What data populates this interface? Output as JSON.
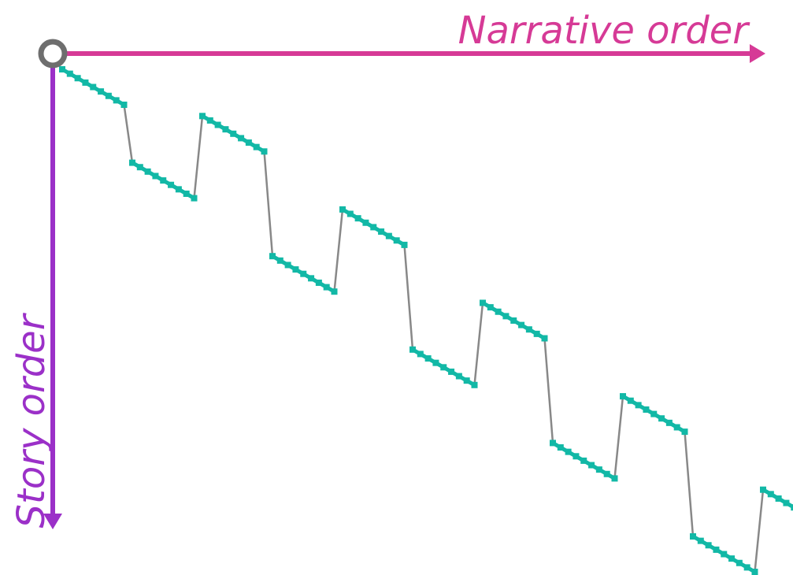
{
  "labels": {
    "narrative_axis": "Narrative order",
    "story_axis": "Story order"
  },
  "colors": {
    "narrative_axis": "#d63a96",
    "story_axis": "#9b30c8",
    "segments": "#12b8a6",
    "connectors": "#888888",
    "origin_ring": "#6e6e6e"
  },
  "chart_data": {
    "type": "line",
    "xlabel": "Narrative order",
    "ylabel": "Story order",
    "segments_count": 11,
    "points_per_segment": 9,
    "story_start_of_segment": [
      1,
      2,
      3,
      4,
      5,
      6,
      7,
      8,
      9,
      10,
      11
    ],
    "narrative_order_of_segment": [
      1,
      3,
      2,
      5,
      4,
      7,
      6,
      9,
      8,
      11,
      10
    ]
  }
}
